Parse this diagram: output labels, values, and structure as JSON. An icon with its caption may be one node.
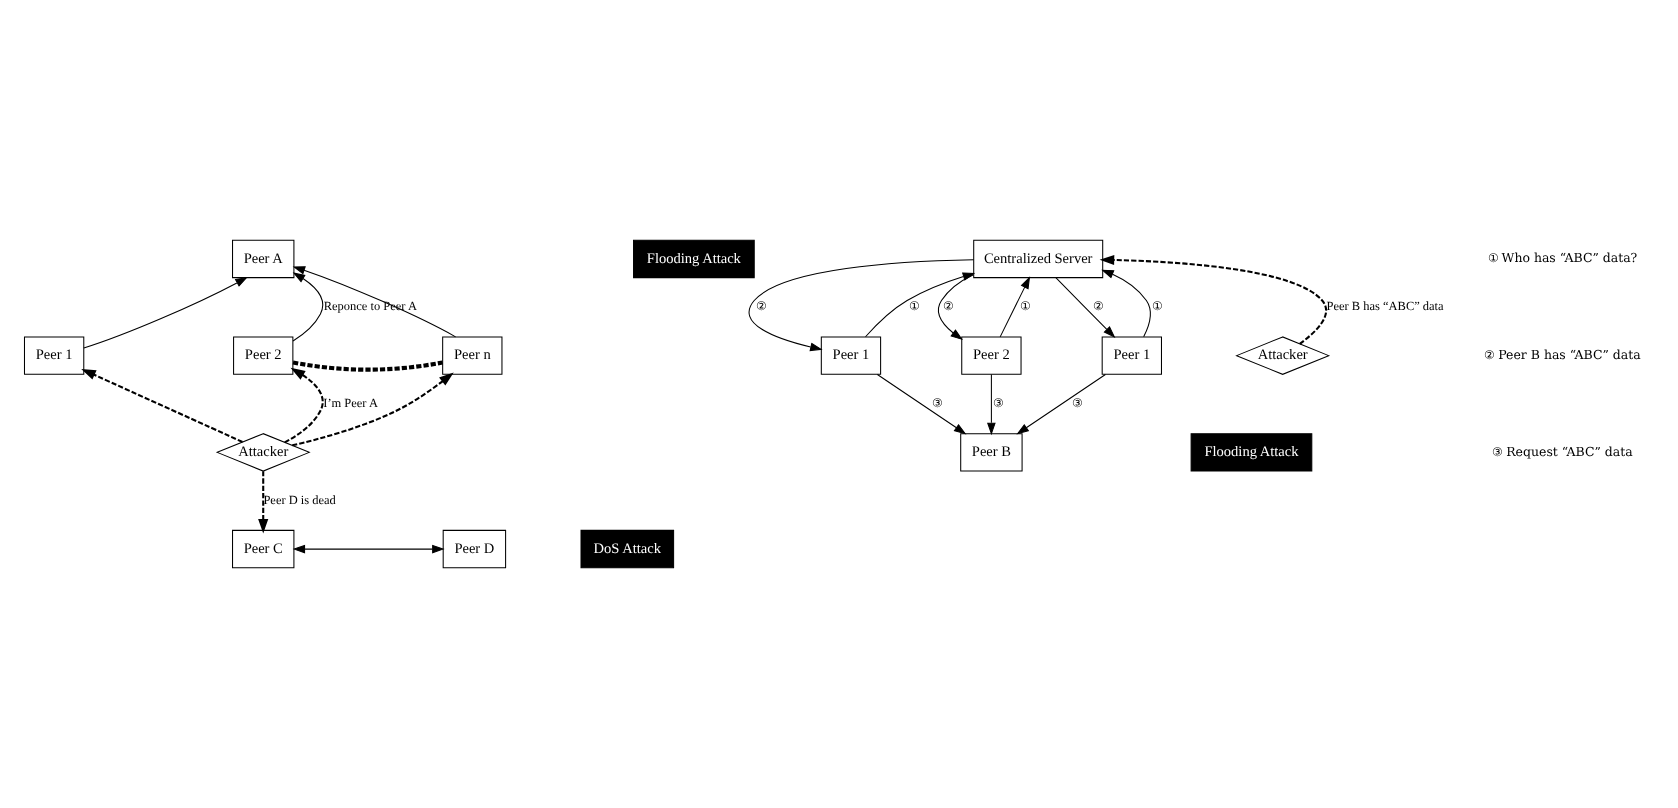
{
  "diagram": {
    "nodes": [
      {
        "text": [
          "Peer A"
        ]
      },
      {
        "text": [
          "Flooding Attack"
        ]
      },
      {
        "text": [
          "Peer 1"
        ]
      },
      {
        "text": [
          "Peer 2"
        ]
      },
      {
        "text": [
          "Peer n"
        ]
      },
      {
        "text": [
          "Attacker"
        ]
      },
      {
        "text": [
          "DoS Attack"
        ]
      },
      {
        "text": [
          "Peer C"
        ]
      },
      {
        "text": [
          "Peer D"
        ]
      },
      {
        "text": [
          "Centralized Server"
        ]
      },
      {
        "text": [
          "Peer 1"
        ]
      },
      {
        "text": [
          "Peer 2"
        ]
      },
      {
        "text": [
          "Peer 1"
        ]
      },
      {
        "text": [
          "Attacker"
        ]
      },
      {
        "text": [
          "Peer B"
        ]
      },
      {
        "text": [
          "Flooding Attack"
        ]
      }
    ],
    "edges": [
      {
        "from": 2,
        "to": 0,
        "arrow": "to"
      },
      {
        "from": 3,
        "to": 0,
        "arrow": "to",
        "label": "Reponce to Peer A"
      },
      {
        "from": 4,
        "to": 0,
        "arrow": "to"
      },
      {
        "from": 3,
        "to": 4,
        "arrow": "none",
        "style": "dashed"
      },
      {
        "from": 5,
        "to": 2,
        "arrow": "to",
        "style": "dashed"
      },
      {
        "from": 5,
        "to": 3,
        "arrow": "to",
        "style": "dashed",
        "label": "I’m Peer A"
      },
      {
        "from": 5,
        "to": 4,
        "arrow": "to",
        "style": "dashed"
      },
      {
        "from": 5,
        "to": 7,
        "arrow": "to",
        "style": "dashed",
        "label": "Peer D is dead"
      },
      {
        "from": 7,
        "to": 8,
        "arrow": "both"
      },
      {
        "from": 12,
        "to": 9,
        "arrow": "to",
        "label": "①"
      },
      {
        "from": 9,
        "to": 12,
        "arrow": "to",
        "label": "②"
      },
      {
        "from": 9,
        "to": 10,
        "arrow": "to",
        "label": "②"
      },
      {
        "from": 10,
        "to": 9,
        "arrow": "to",
        "label": "①"
      },
      {
        "from": 9,
        "to": 11,
        "arrow": "to",
        "label": "②"
      },
      {
        "from": 11,
        "to": 9,
        "arrow": "to",
        "label": "①"
      },
      {
        "from": 13,
        "to": 9,
        "arrow": "to",
        "style": "dashed",
        "label": "Peer B has “ABC” data"
      },
      {
        "from": 12,
        "to": 14,
        "arrow": "to",
        "label": "③"
      },
      {
        "from": 11,
        "to": 14,
        "arrow": "to",
        "label": "③"
      },
      {
        "from": 10,
        "to": 14,
        "arrow": "to",
        "label": "③"
      }
    ],
    "labels": [
      "① Who has “ABC” data?",
      "② Peer B has “ABC” data",
      "③ Request “ABC” data"
    ]
  }
}
